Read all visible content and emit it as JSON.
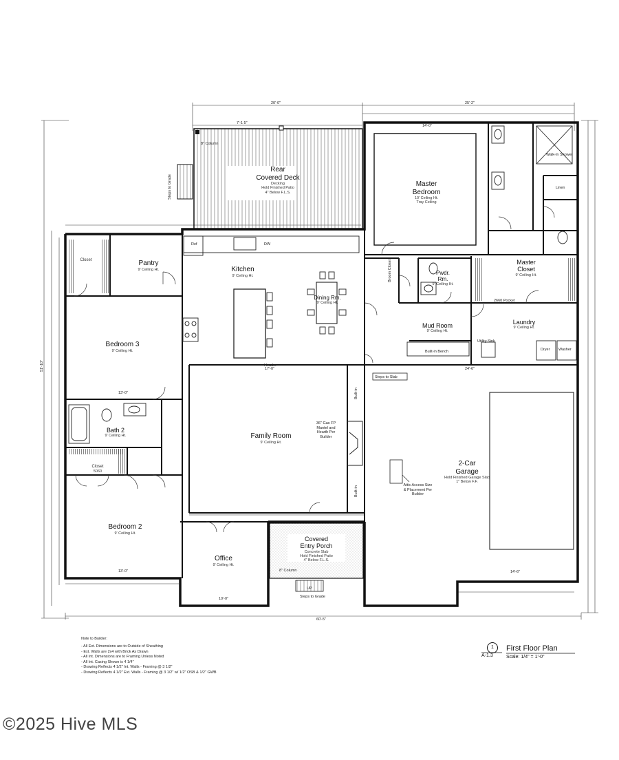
{
  "rooms": {
    "rear_deck": {
      "name1": "Rear",
      "name2": "Covered Deck",
      "note1": "Decking",
      "note2": "Hold Finished Patio",
      "note3": "4\" Below F.L.S."
    },
    "master_bedroom": {
      "name1": "Master",
      "name2": "Bedroom",
      "note1": "10' Ceiling Ht.",
      "note2": "Tray Ceiling"
    },
    "pantry": {
      "name": "Pantry",
      "ceiling": "9' Ceiling Ht."
    },
    "kitchen": {
      "name": "Kitchen",
      "ceiling": "9' Ceiling Ht."
    },
    "dining": {
      "name": "Dining Rm.",
      "ceiling": "9' Ceiling Ht."
    },
    "closet_top": {
      "name": "Closet"
    },
    "bedroom3": {
      "name": "Bedroom 3",
      "ceiling": "9' Ceiling Ht."
    },
    "bath2": {
      "name": "Bath 2",
      "ceiling": "9' Ceiling Ht."
    },
    "closet_mid": {
      "name": "Closet",
      "size": "5060"
    },
    "bedroom2": {
      "name": "Bedroom 2",
      "ceiling": "9' Ceiling Ht."
    },
    "family": {
      "name": "Family Room",
      "ceiling": "9' Ceiling Ht."
    },
    "office": {
      "name": "Office",
      "ceiling": "9' Ceiling Ht."
    },
    "entry_porch": {
      "name1": "Covered",
      "name2": "Entry Porch",
      "note1": "Concrete Slab",
      "note2": "Hold Finished Patio",
      "note3": "4\" Below F.L.S."
    },
    "powder": {
      "name1": "Pwdr.",
      "name2": "Rm.",
      "ceiling": "9' Ceiling Ht."
    },
    "master_closet": {
      "name1": "Master",
      "name2": "Closet",
      "ceiling": "9' Ceiling Ht."
    },
    "mud_room": {
      "name": "Mud Room",
      "ceiling": "9' Ceiling Ht."
    },
    "laundry": {
      "name": "Laundry",
      "ceiling": "9' Ceiling Ht."
    },
    "garage": {
      "name1": "2-Car",
      "name2": "Garage",
      "note1": "Hold Finished Garage Slab",
      "note2": "1\" Below F.F."
    },
    "broom_closet": {
      "name": "Broom Closet"
    },
    "linen": {
      "name": "Linen"
    }
  },
  "labels": {
    "steps_grade_rear": "Steps to Grade",
    "steps_grade_front": "Steps to Grade",
    "steps_slab": "Steps to Slab",
    "up": "UP",
    "fireplace": "36\" Gas FP Mantel and Hearth Per Builder",
    "attic": "Attic Access Size & Placement Per Builder",
    "built_in_bench": "Built-in Bench",
    "utility_sink": "Utility Sink",
    "dryer": "Dryer",
    "washer": "Washer",
    "ref": "Ref",
    "dw": "DW",
    "built_in_1": "Built-in",
    "built_in_2": "Built-in",
    "column1": "8\" Column",
    "column2": "8\" Column",
    "shower": "Walk-In Shower",
    "pocket": "2660 Pocket",
    "header": "Header"
  },
  "dimensions": {
    "overall_top": "20'-0\"",
    "overall_top_right": "25'-2\"",
    "overall_bottom": "60'-5\"",
    "overall_left": "51'-10\"",
    "deck_width": "7'-1 5\"",
    "master_width": "14'-0\"",
    "family_width": "17'-0\"",
    "garage_width": "24'-6\"",
    "bed3_width": "13'-0\"",
    "bed2_width": "13'-0\"",
    "office_width": "10'-0\"",
    "garage_bottom": "14'-6\""
  },
  "notes": {
    "heading": "Note to Builder:",
    "items": [
      "- All Ext. Dimensions are to Outside of Sheathing",
      "- Ext. Walls are 2x4 with Brick As Drawn",
      "- All Int. Dimensions are to Framing Unless Noted",
      "- All Int. Casing Shown is 4 1/4\"",
      "- Drawing Reflects 4 1/2\" Int. Walls - Framing @ 3 1/2\"",
      "- Drawing Reflects 4 1/2\" Ext. Walls - Framing @ 3 1/2\" w/ 1/2\" OSB & 1/2\" GWB"
    ]
  },
  "title_block": {
    "number": "1",
    "sheet": "A-1.3",
    "title": "First Floor Plan",
    "scale": "Scale: 1/4\" = 1'-0\""
  },
  "copyright": "©2025 Hive MLS"
}
